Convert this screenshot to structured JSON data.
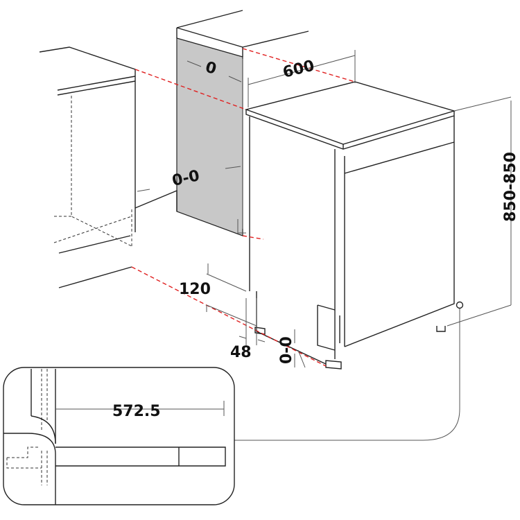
{
  "dimensions": {
    "side_gap": "0",
    "width": "600",
    "wall_gap": "0-0",
    "height": "850-850",
    "plinth_height": "120",
    "plinth_recess": "48",
    "foot_adjust": "0-0",
    "inset_depth": "572.5"
  },
  "colors": {
    "panel": "#c8c8c8",
    "guide": "#e02020",
    "line": "#222222"
  }
}
